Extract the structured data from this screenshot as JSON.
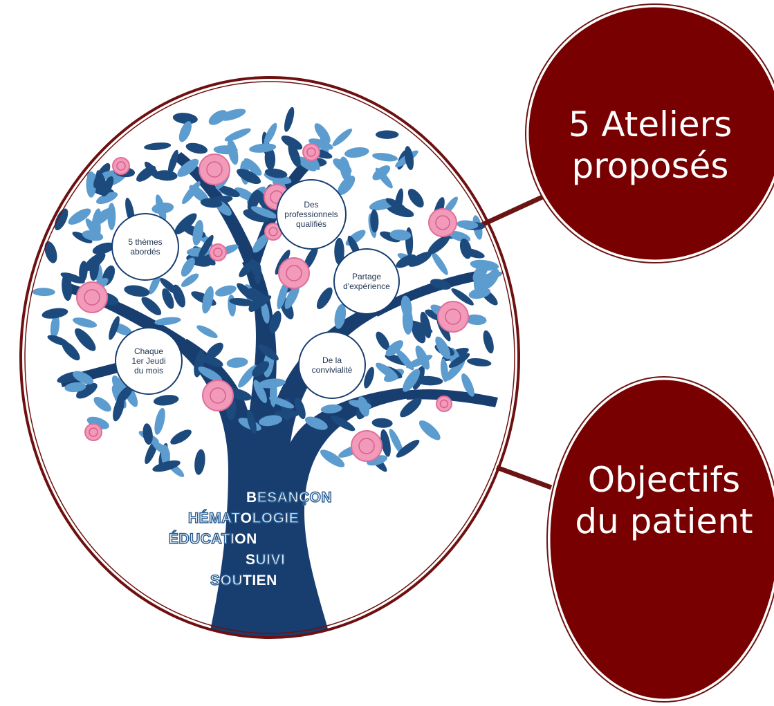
{
  "colors": {
    "bubble_fill": "#780000",
    "ring": "#6e1010",
    "trunk": "#183e70",
    "leaf_dark": "#1d4a7d",
    "leaf_light": "#5c9ccf",
    "rose": "#f29ab9"
  },
  "bubbles": [
    {
      "lines": [
        "5 Ateliers",
        "proposés"
      ]
    },
    {
      "lines": [
        "Objectifs",
        "du patient"
      ]
    }
  ],
  "tree": {
    "circles": [
      {
        "lines": [
          "5 thèmes",
          "abordés"
        ]
      },
      {
        "lines": [
          "Des",
          "professionnels",
          "qualifiés"
        ]
      },
      {
        "lines": [
          "Partage",
          "d'expérience"
        ]
      },
      {
        "lines": [
          "Chaque",
          "1er Jeudi",
          "du mois"
        ]
      },
      {
        "lines": [
          "De la",
          "convivialité"
        ]
      }
    ],
    "acrostic": [
      {
        "bold": "B",
        "rest": "ESANÇON"
      },
      {
        "pre": "HÉMAT",
        "bold": "O",
        "rest": "LOGIE"
      },
      {
        "pre": "ÉDUCATI",
        "bold": "ON",
        "rest": ""
      },
      {
        "bold": "S",
        "rest": "UIVI"
      },
      {
        "pre": "SOU",
        "bold": "TIEN",
        "rest": ""
      }
    ]
  }
}
